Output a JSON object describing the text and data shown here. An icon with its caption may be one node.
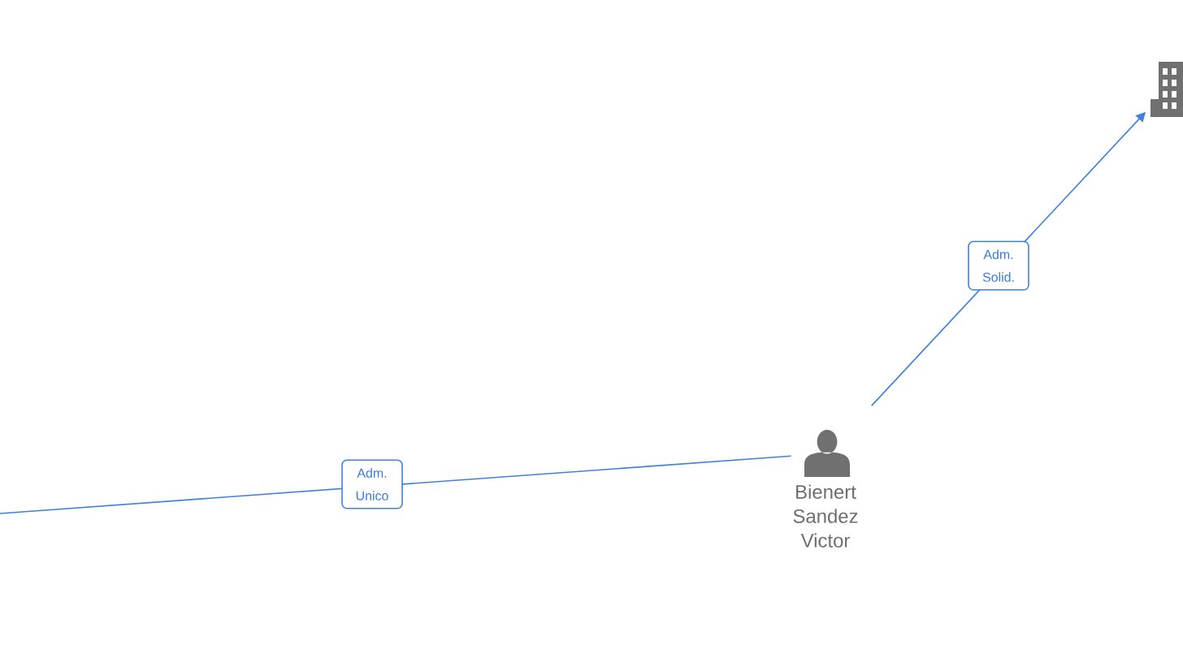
{
  "diagram": {
    "nodes": [
      {
        "text": [],
        "shape": "building"
      },
      {
        "text": [
          "Bienert Sandez Victor"
        ]
      }
    ],
    "edges": [
      {
        "from": 1,
        "to": 0,
        "arrow": "to",
        "label": "Adm. Solid."
      },
      {
        "from": 1,
        "to": null,
        "arrow": "none",
        "label": "Adm. Unico"
      }
    ]
  }
}
